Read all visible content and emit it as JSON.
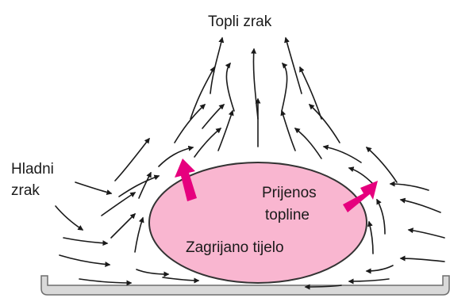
{
  "labels": {
    "top": "Topli zrak",
    "left_line1": "Hladni",
    "left_line2": "zrak",
    "right_line1": "Prijenos",
    "right_line2": "topline",
    "body": "Zagrijano tijelo"
  },
  "colors": {
    "body_fill": "#f9b6d0",
    "body_stroke": "#333333",
    "heat_arrow": "#e6007e",
    "plate_fill": "#d9d9d9",
    "plate_stroke": "#6e6e6e",
    "flow_line": "#1a1a1a"
  }
}
